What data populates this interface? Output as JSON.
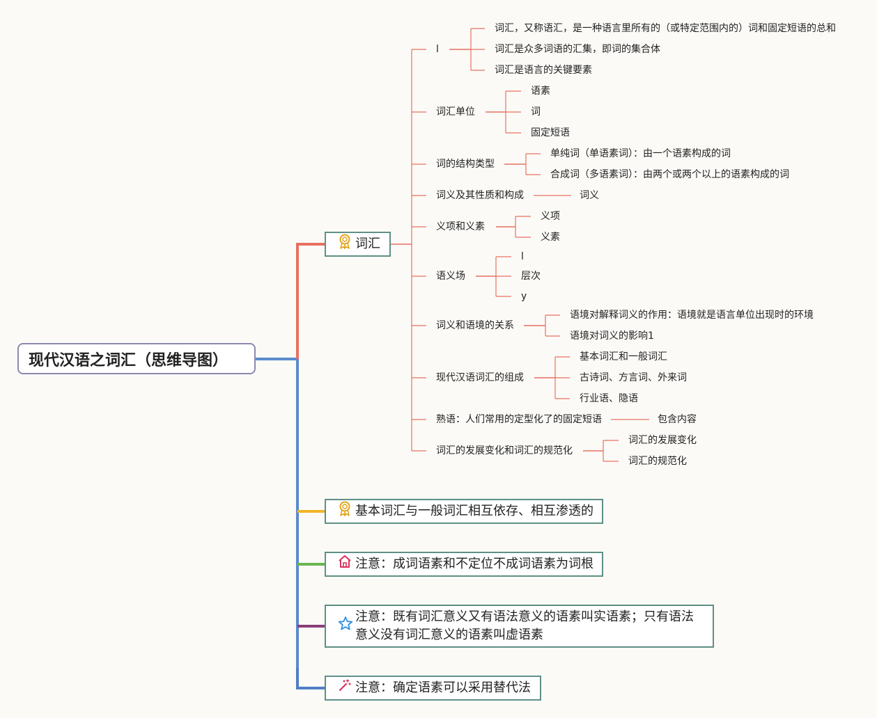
{
  "root": {
    "title": "现代汉语之词汇（思维导图）"
  },
  "branches": {
    "vocab": {
      "label": "词汇",
      "icon": "award-ribbon-icon",
      "color": "#e8705e",
      "items": [
        {
          "label": "l",
          "children": [
            "词汇，又称语汇，是一种语言里所有的（或特定范围内的）词和固定短语的总和",
            "词汇是众多词语的汇集，即词的集合体",
            "词汇是语言的关键要素"
          ]
        },
        {
          "label": "词汇单位",
          "children": [
            "语素",
            "词",
            "固定短语"
          ]
        },
        {
          "label": "词的结构类型",
          "children": [
            "单纯词（单语素词）：由一个语素构成的词",
            "合成词（多语素词）：由两个或两个以上的语素构成的词"
          ]
        },
        {
          "label": "词义及其性质和构成",
          "children": [
            "词义"
          ]
        },
        {
          "label": "义项和义素",
          "children": [
            "义项",
            "义素"
          ]
        },
        {
          "label": "语义场",
          "children": [
            "l",
            "层次",
            "y"
          ]
        },
        {
          "label": "词义和语境的关系",
          "children": [
            "语境对解释词义的作用：语境就是语言单位出现时的环境",
            "语境对词义的影响1"
          ]
        },
        {
          "label": "现代汉语词汇的组成",
          "children": [
            "基本词汇和一般词汇",
            "古诗词、方言词、外来词",
            "行业语、隐语"
          ]
        },
        {
          "label": "熟语：人们常用的定型化了的固定短语",
          "children": [
            "包含内容"
          ]
        },
        {
          "label": "词汇的发展变化和词汇的规范化",
          "children": [
            "词汇的发展变化",
            "词汇的规范化"
          ]
        }
      ]
    },
    "basic": {
      "label": "基本词汇与一般词汇相互依存、相互渗透的",
      "icon": "award-ribbon-icon",
      "color": "#f0b428"
    },
    "note1": {
      "label": "注意：成词语素和不定位不成词语素为词根",
      "icon": "home-icon",
      "color": "#6ab650"
    },
    "note2": {
      "label": "注意：既有词汇意义又有语法意义的语素叫实语素；只有语法意义没有词汇意义的语素叫虚语素",
      "icon": "star-icon",
      "color": "#8a3f7a"
    },
    "note3": {
      "label": "注意：确定语素可以采用替代法",
      "icon": "magic-wand-icon",
      "color": "#4f7fc7"
    }
  },
  "colors": {
    "trunk": "#5b8bcc",
    "root_border": "#8a8ab0",
    "box_border": "#5e8f86",
    "leaf_line": "#e8705e"
  }
}
